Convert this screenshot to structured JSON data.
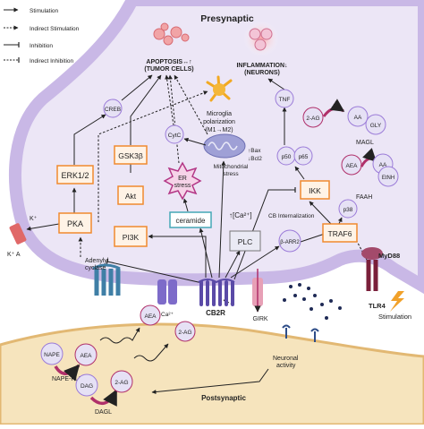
{
  "legend": {
    "stimulation": "Stimulation",
    "indirect_stimulation": "Indirect Stimulation",
    "inhibition": "Inhibition",
    "indirect_inhibition": "Indirect Inhibition"
  },
  "regions": {
    "presynaptic": "Presynaptic",
    "postsynaptic": "Postsynaptic"
  },
  "outcomes": {
    "apoptosis_1": "APOPTOSIS↔↑",
    "apoptosis_2": "(TUMOR CELLS)",
    "inflammation_1": "INFLAMMATION↓",
    "inflammation_2": "(NEURONS)",
    "microglia_1": "Microglia",
    "microglia_2": "polarization",
    "microglia_3": "(M1→M2)",
    "mito_1": "Mitochondrial",
    "mito_2": "stress"
  },
  "boxes": {
    "erk": "ERK1/2",
    "pka": "PKA",
    "gsk": "GSK3β",
    "akt": "Akt",
    "pi3k": "PI3K",
    "ceramide": "ceramide",
    "plc": "PLC",
    "ikk": "IKK",
    "traf6": "TRAF6"
  },
  "circles": {
    "creb": "CREB",
    "cytc": "CytC",
    "tnf": "TNF",
    "p50": "p50",
    "p65": "p65",
    "two_ag_top": "2-AG",
    "aa1": "AA",
    "gly": "GLY",
    "aea_right": "AEA",
    "aa2": "AA",
    "etnh": "EtNH",
    "p38": "p38",
    "barr2": "β-ARR2",
    "nape": "NAPE",
    "aea_post": "AEA",
    "dag": "DAG",
    "two_ag_post": "2-AG"
  },
  "labels": {
    "er_1": "ER",
    "er_2": "stress",
    "bax": "↑Bax",
    "bcl2": "↓Bcl2",
    "ca_plc": "↑[Ca²⁺]",
    "cb_intern": "CB Internalization",
    "magl": "MAGL",
    "faah": "FAAH",
    "myd88": "MyD88",
    "tlr4": "TLR4",
    "stim_right": "Stimulation",
    "k_plus": "K⁺",
    "k_plus_a": "K⁺ A",
    "adenylyl_1": "Adenylyl",
    "adenylyl_2": "cyclase",
    "ca_channel": "Ca²⁺",
    "cb2r": "CB2R",
    "girk": "GIRK",
    "aea_syn": "AEA",
    "two_ag_syn": "2-AG",
    "neuronal_1": "Neuronal",
    "neuronal_2": "activity",
    "nape_pld": "NAPE-PLD",
    "dagl": "DAGL"
  },
  "colors": {
    "terminal_outline": "#c9b8e6",
    "terminal_fill": "#ece6f6",
    "post_fill": "#f6e4bd",
    "box_orange": "#f08a2f",
    "box_orange_fill": "#fff3e6",
    "box_purple": "#9b7bd8",
    "box_teal": "#45a7b5",
    "circle_fill": "#e6e1f5",
    "magenta": "#b0306a",
    "dark_purple": "#4a2b6f"
  }
}
